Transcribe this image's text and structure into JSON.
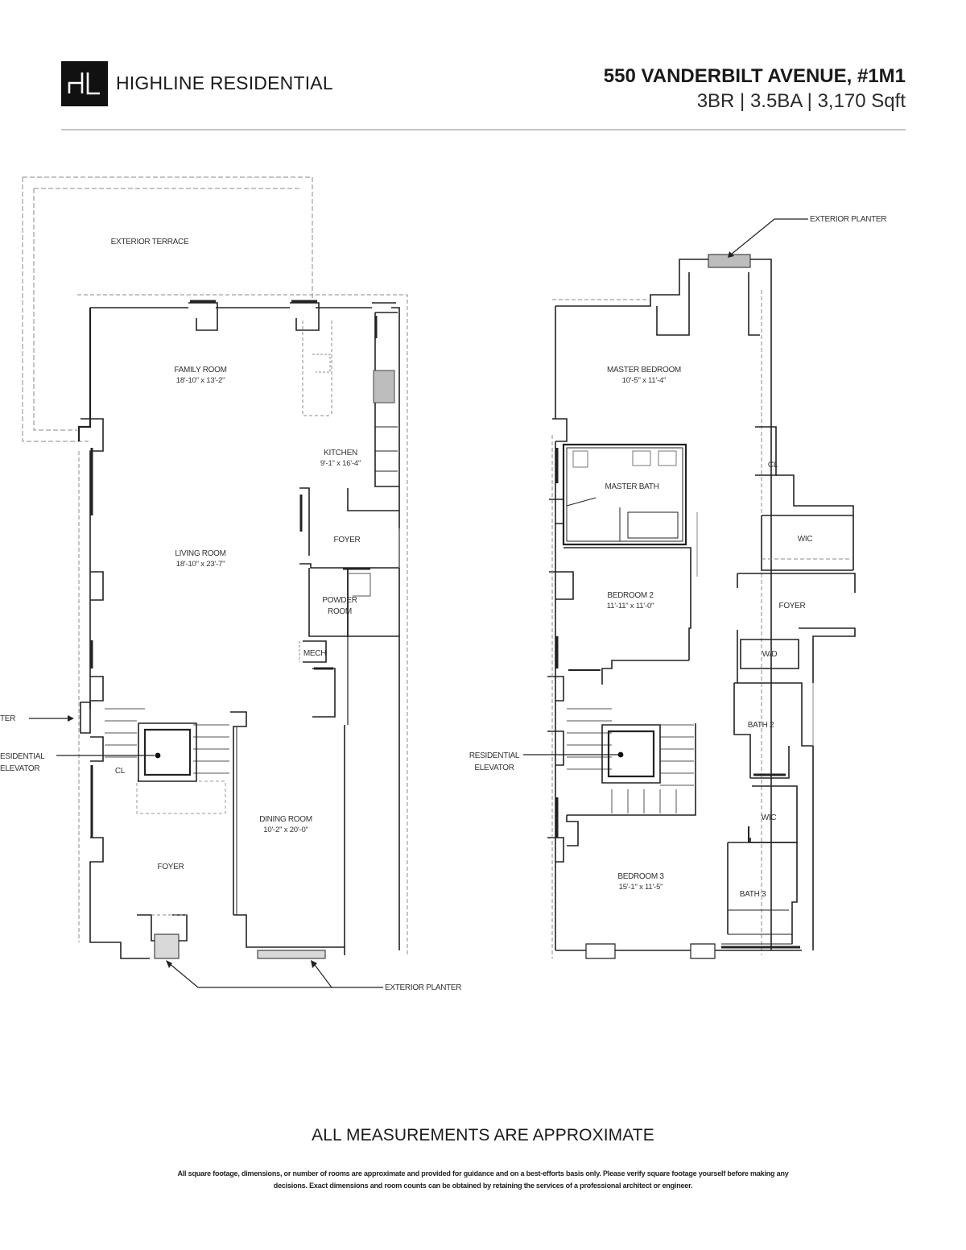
{
  "header": {
    "logo_monogram": "HL",
    "brand_name": "HIGHLINE RESIDENTIAL",
    "address": "550 VANDERBILT AVENUE, #1M1",
    "specs": "3BR | 3.5BA | 3,170 Sqft"
  },
  "lower_level": {
    "rooms": {
      "exterior_terrace": {
        "name": "EXTERIOR TERRACE"
      },
      "family_room": {
        "name": "FAMILY ROOM",
        "dimensions": "18'-10\" x 13'-2\""
      },
      "kitchen": {
        "name": "KITCHEN",
        "dimensions": "9'-1\" x 16'-4\""
      },
      "foyer_upper": {
        "name": "FOYER"
      },
      "living_room": {
        "name": "LIVING ROOM",
        "dimensions": "18'-10\" x 23'-7\""
      },
      "powder_room": {
        "name_line1": "POWDER",
        "name_line2": "ROOM"
      },
      "mech": {
        "name": "MECH"
      },
      "closet": {
        "name": "CL"
      },
      "foyer_lower": {
        "name": "FOYER"
      },
      "dining_room": {
        "name": "DINING ROOM",
        "dimensions": "10'-2\" x 20'-0\""
      }
    },
    "callouts": {
      "planter_left": "TER",
      "elevator_line1": "ESIDENTIAL",
      "elevator_line2": "ELEVATOR",
      "exterior_planter": "EXTERIOR PLANTER"
    }
  },
  "upper_level": {
    "rooms": {
      "master_bedroom": {
        "name": "MASTER BEDROOM",
        "dimensions": "10'-5\" x 11'-4\""
      },
      "master_bath": {
        "name": "MASTER BATH"
      },
      "closet": {
        "name": "CL"
      },
      "wic_upper": {
        "name": "WIC"
      },
      "bedroom_2": {
        "name": "BEDROOM 2",
        "dimensions": "11'-11\" x 11'-0\""
      },
      "foyer": {
        "name": "FOYER"
      },
      "wd": {
        "name": "W/D"
      },
      "bath_2": {
        "name": "BATH 2"
      },
      "wic_lower": {
        "name": "WIC"
      },
      "bedroom_3": {
        "name": "BEDROOM 3",
        "dimensions": "15'-1\" x 11'-5\""
      },
      "bath_3": {
        "name": "BATH 3"
      }
    },
    "callouts": {
      "exterior_planter": "EXTERIOR PLANTER",
      "elevator_line1": "RESIDENTIAL",
      "elevator_line2": "ELEVATOR"
    }
  },
  "footer": {
    "title": "ALL MEASUREMENTS ARE APPROXIMATE",
    "disclaimer_line1": "All square footage, dimensions, or number of rooms are approximate and provided for guidance and on a best-efforts basis only. Please verify square footage yourself before making any",
    "disclaimer_line2": "decisions. Exact dimensions and room counts can be obtained by retaining the services of a professional architect or engineer."
  }
}
